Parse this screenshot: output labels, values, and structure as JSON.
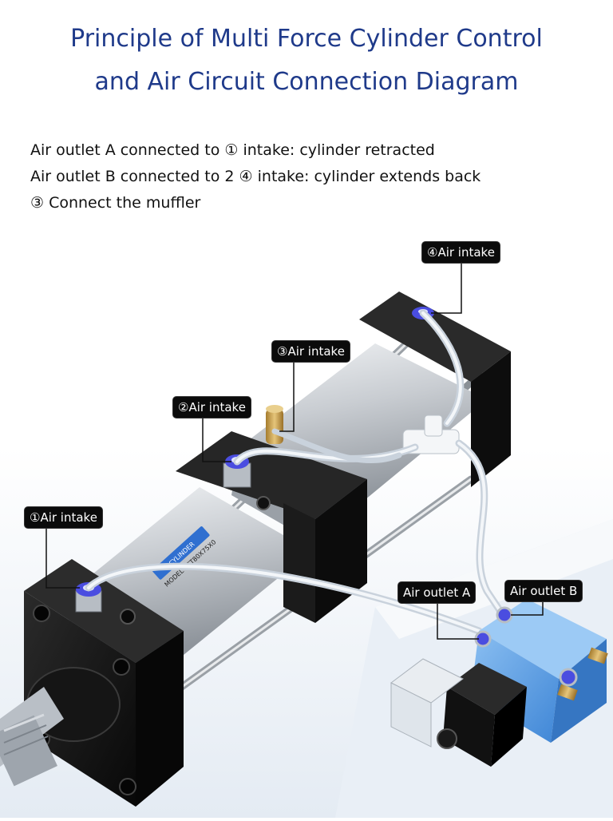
{
  "title": {
    "line1": "Principle of Multi Force Cylinder Control",
    "line2": "and Air Circuit Connection Diagram"
  },
  "notes": [
    "Air outlet A connected to ① intake: cylinder retracted",
    "Air outlet B connected to 2 ④ intake: cylinder extends back",
    "③ Connect the muffler"
  ],
  "labels": {
    "intake1": "①Air intake",
    "intake2": "②Air intake",
    "intake3": "③Air intake",
    "intake4": "④Air intake",
    "outletA": "Air outlet A",
    "outletB": "Air outlet B"
  },
  "cylinder_badge": {
    "brand": "CYLINDER",
    "model": "MODEL SCT80X75X0"
  },
  "colors": {
    "title": "#1f3a8a",
    "endcap": "#141414",
    "barrel": "#cfd3d8",
    "valve_body": "#6aa8e8",
    "fitting_ring": "#4a4de0",
    "muffler": "#c9a24a"
  }
}
